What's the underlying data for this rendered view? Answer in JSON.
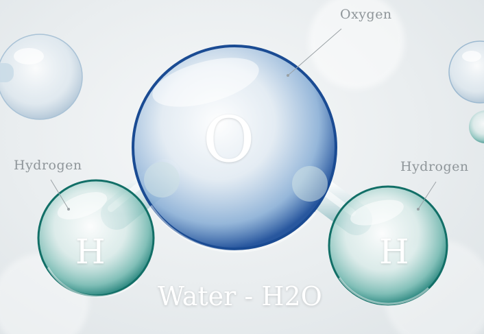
{
  "labels": {
    "oxygen": "Oxygen",
    "hydrogen_left": "Hydrogen",
    "hydrogen_right": "Hydrogen"
  },
  "atoms": {
    "oxygen_symbol": "O",
    "hydrogen_left_symbol": "H",
    "hydrogen_right_symbol": "H"
  },
  "caption": "Water - H2O",
  "colors": {
    "oxygen": "#1e5fa8",
    "hydrogen": "#1f8f86",
    "label": "#8e9599"
  }
}
